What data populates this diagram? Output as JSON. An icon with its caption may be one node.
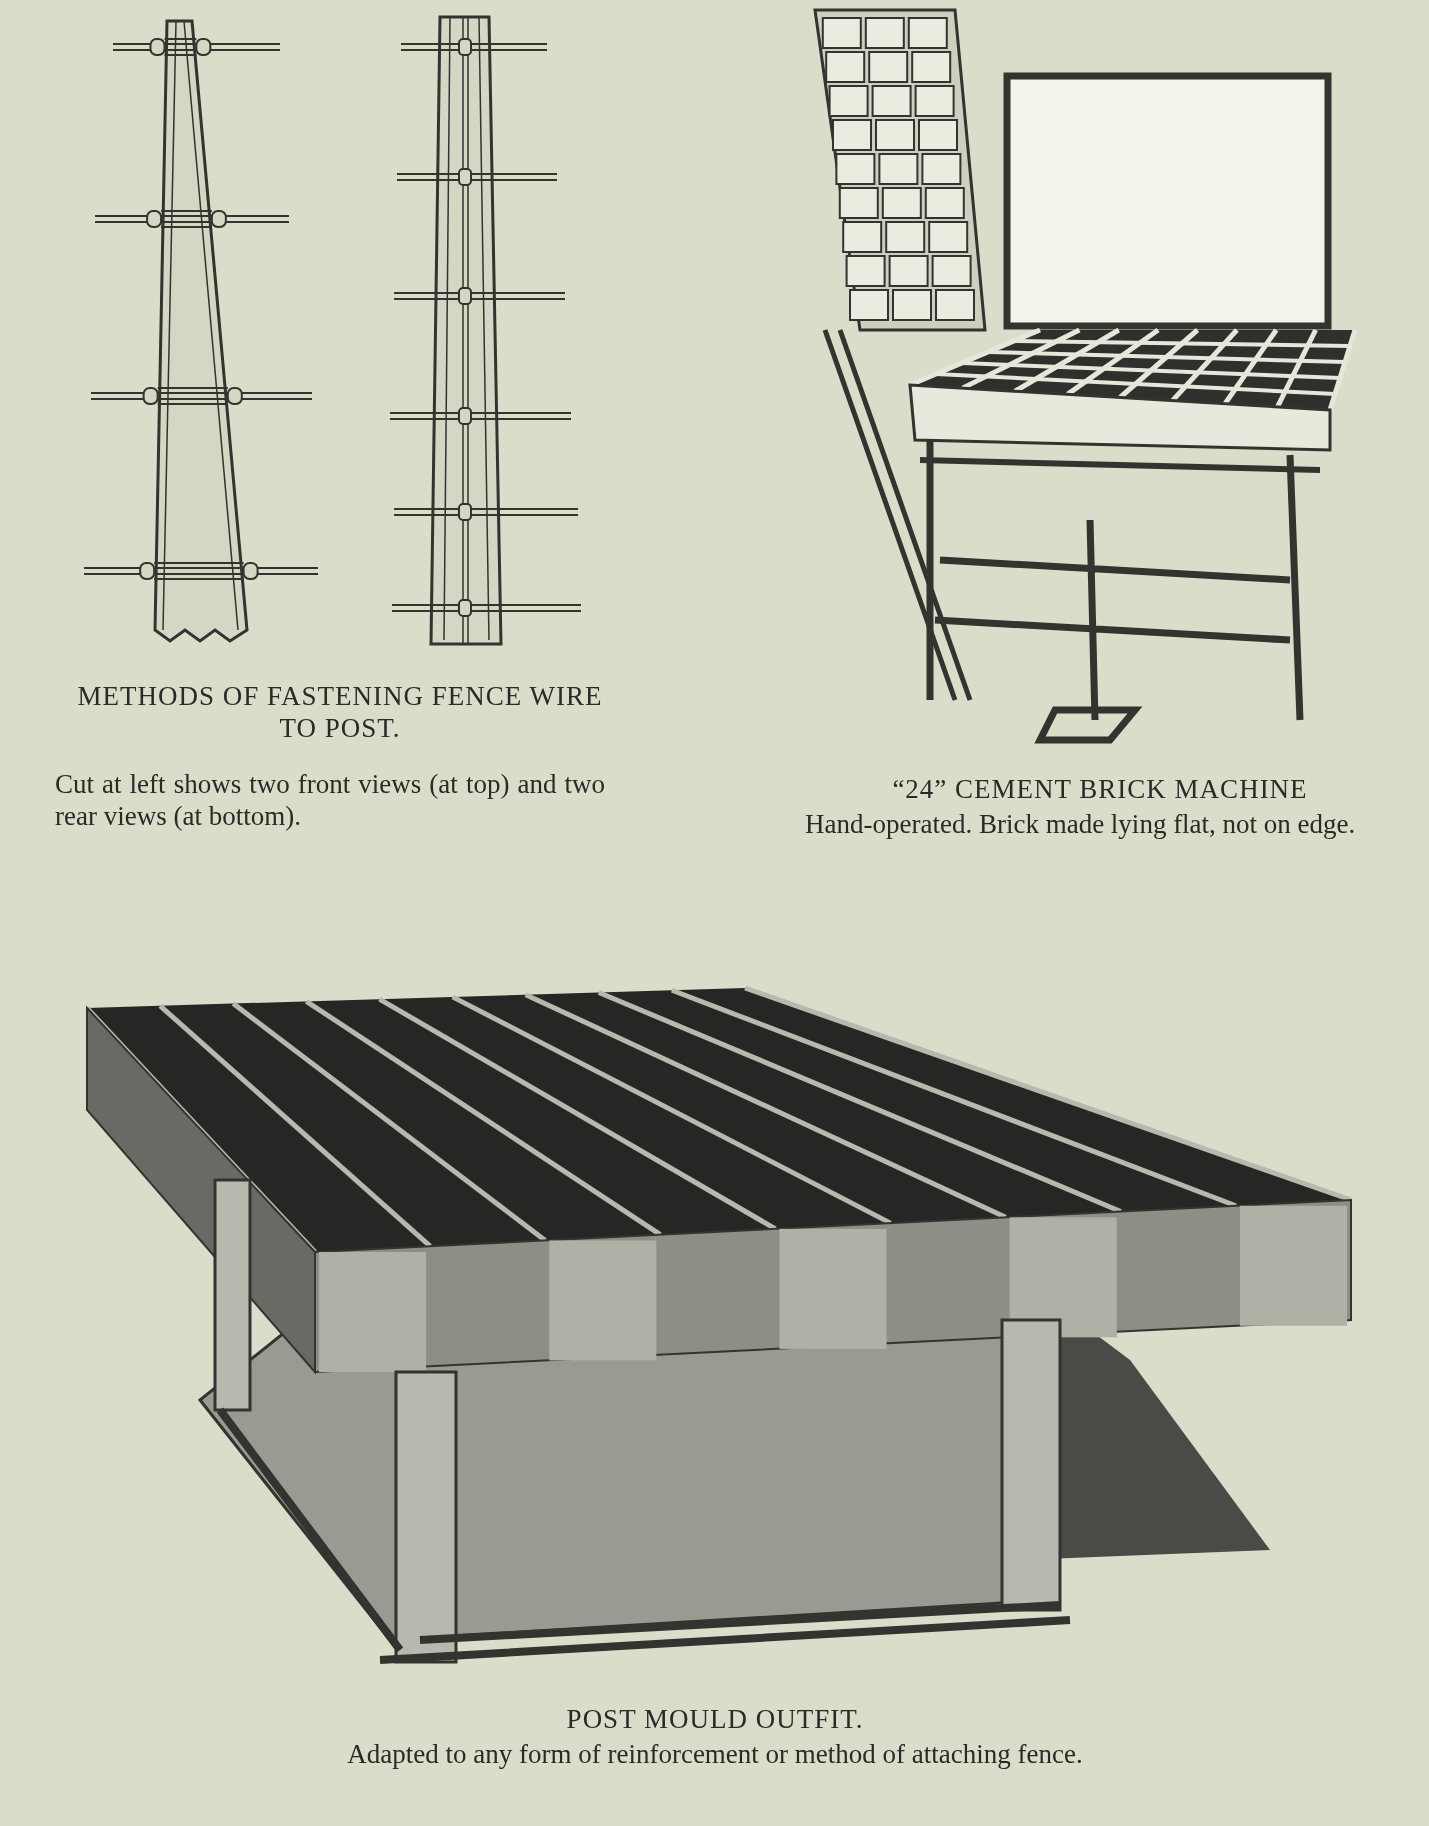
{
  "diagram": {
    "labels": [
      "METHODS OF FASTENING FENCE WIRE TO POST.",
      "Cut at left shows two front views (at top) and two rear views (at bottom).",
      "“24” CEMENT BRICK MACHINE",
      "Hand-operated. Brick made lying flat, not on edge.",
      "POST MOULD OUTFIT.",
      "Adapted to any form of reinforcement or method of attaching fence."
    ]
  }
}
